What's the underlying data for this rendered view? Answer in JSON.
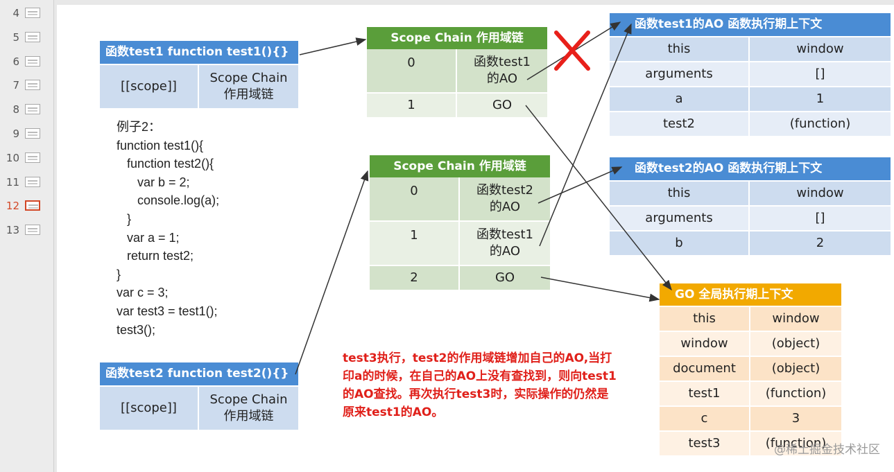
{
  "slides": [
    "4",
    "5",
    "6",
    "7",
    "8",
    "9",
    "10",
    "11",
    "12",
    "13"
  ],
  "active_slide": "12",
  "func1_box": {
    "header": "函数test1  function test1(){}",
    "scope_label": "[[scope]]",
    "chain_label": "Scope Chain 作用域链"
  },
  "func2_box": {
    "header": "函数test2  function test2(){}",
    "scope_label": "[[scope]]",
    "chain_label": "Scope Chain 作用域链"
  },
  "scope_chain1": {
    "header": "Scope Chain 作用域链",
    "rows": [
      {
        "index": "0",
        "value": "函数test1的AO"
      },
      {
        "index": "1",
        "value": "GO"
      }
    ]
  },
  "scope_chain2": {
    "header": "Scope Chain 作用域链",
    "rows": [
      {
        "index": "0",
        "value": "函数test2的AO"
      },
      {
        "index": "1",
        "value": "函数test1的AO"
      },
      {
        "index": "2",
        "value": "GO"
      }
    ]
  },
  "ao1": {
    "header": "函数test1的AO 函数执行期上下文",
    "rows": [
      {
        "k": "this",
        "v": "window"
      },
      {
        "k": "arguments",
        "v": "[]"
      },
      {
        "k": "a",
        "v": "1"
      },
      {
        "k": "test2",
        "v": "(function)"
      }
    ]
  },
  "ao2": {
    "header": "函数test2的AO 函数执行期上下文",
    "rows": [
      {
        "k": "this",
        "v": "window"
      },
      {
        "k": "arguments",
        "v": "[]"
      },
      {
        "k": "b",
        "v": "2"
      }
    ]
  },
  "go": {
    "header": "GO 全局执行期上下文",
    "rows": [
      {
        "k": "this",
        "v": "window"
      },
      {
        "k": "window",
        "v": "(object)"
      },
      {
        "k": "document",
        "v": "(object)"
      },
      {
        "k": "test1",
        "v": "(function)"
      },
      {
        "k": "c",
        "v": "3"
      },
      {
        "k": "test3",
        "v": "(function)"
      }
    ]
  },
  "code_text": "例子2：\nfunction test1(){\n   function test2(){\n      var b = 2;\n      console.log(a);\n   }\n   var a = 1;\n   return test2;\n}\nvar c = 3;\nvar test3 = test1();\ntest3();",
  "note": "test3执行，test2的作用域链增加自己的AO,当打印a的时候，在自己的AO上没有查找到，则向test1的AO查找。再次执行test3时，实际操作的仍然是原来test1的AO。",
  "watermark": "@稀土掘金技术社区",
  "colors": {
    "blue": "#4a8cd4",
    "green": "#5a9e3a",
    "orange": "#f2a900",
    "red": "#e0201a"
  }
}
